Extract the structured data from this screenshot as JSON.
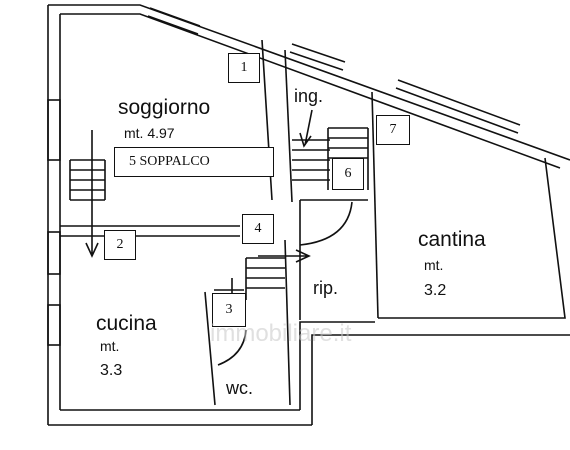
{
  "rooms": {
    "soggiorno": {
      "name": "soggiorno",
      "measure": "mt. 4.97"
    },
    "ingresso": {
      "name": "ing."
    },
    "cantina": {
      "name": "cantina",
      "measure_prefix": "mt.",
      "measure_value": "3.2"
    },
    "ripostiglio": {
      "name": "rip."
    },
    "cucina": {
      "name": "cucina",
      "measure_prefix": "mt.",
      "measure_value": "3.3"
    },
    "wc": {
      "name": "wc."
    }
  },
  "markers": [
    "1",
    "2",
    "3",
    "4",
    "6",
    "7"
  ],
  "soppalco_label": "5 SOPPALCO",
  "watermark": "immobiliare.it",
  "colors": {
    "line": "#111111",
    "background": "#ffffff",
    "watermark": "#c8c8c8"
  }
}
